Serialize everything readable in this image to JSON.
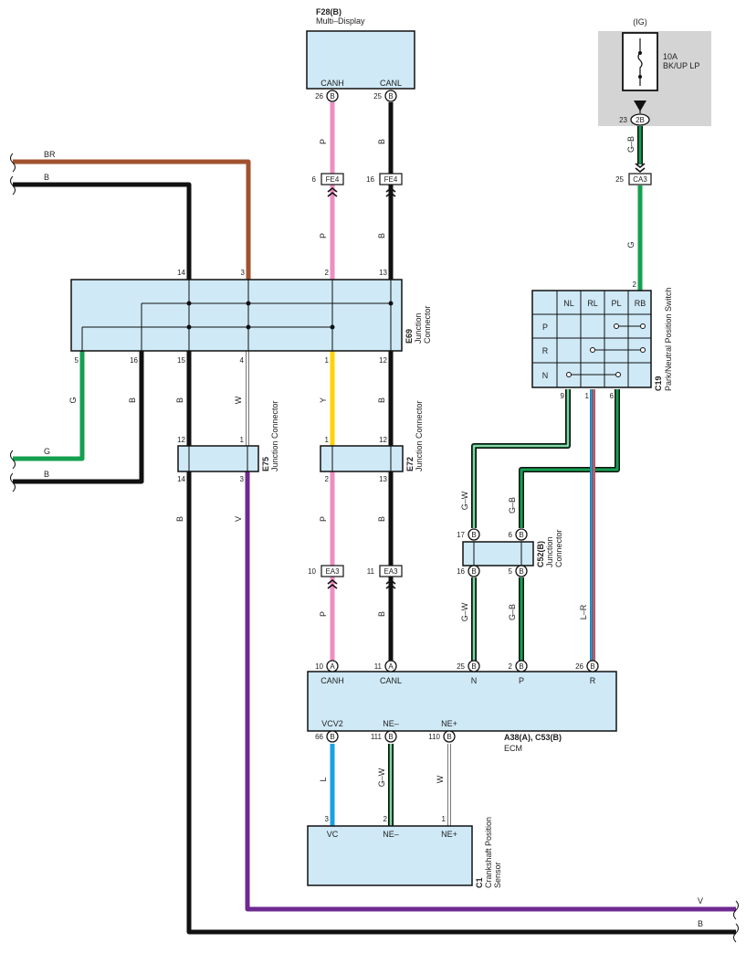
{
  "components": {
    "f28": {
      "id": "F28(B)",
      "name": "Multi–Display",
      "pins": [
        {
          "num": "26",
          "type": "B",
          "label": "CANH"
        },
        {
          "num": "25",
          "type": "B",
          "label": "CANL"
        }
      ]
    },
    "fuse": {
      "circuit": "(IG)",
      "rating": "10A",
      "name": "BK/UP LP",
      "pin_num": "23",
      "pin_type": "2B"
    },
    "e69": {
      "id": "E69",
      "name_l1": "Junction",
      "name_l2": "Connector",
      "top_pins": [
        "14",
        "3",
        "2",
        "13"
      ],
      "bottom_pins": [
        "5",
        "16",
        "15",
        "4",
        "1",
        "12"
      ]
    },
    "e75": {
      "id": "E75",
      "name": "Junction Connector",
      "top_pins": [
        "12",
        "1"
      ],
      "bottom_pins": [
        "14",
        "3"
      ]
    },
    "e72": {
      "id": "E72",
      "name": "Junction Connector",
      "top_pins": [
        "1",
        "12"
      ],
      "bottom_pins": [
        "2",
        "13"
      ]
    },
    "c19": {
      "id": "C19",
      "name": "Park/Neutral Position Switch",
      "columns": [
        "NL",
        "RL",
        "PL",
        "RB"
      ],
      "rows": [
        "P",
        "R",
        "N"
      ],
      "top_pin": "2",
      "bottom_pins": [
        "9",
        "1",
        "6"
      ]
    },
    "c52": {
      "id": "C52(B)",
      "name_l1": "Junction",
      "name_l2": "Connector",
      "top_pins": [
        {
          "num": "17",
          "type": "B"
        },
        {
          "num": "6",
          "type": "B"
        }
      ],
      "bottom_pins": [
        {
          "num": "16",
          "type": "B"
        },
        {
          "num": "5",
          "type": "B"
        }
      ]
    },
    "ecm": {
      "id": "A38(A), C53(B)",
      "name": "ECM",
      "top_pins": [
        {
          "num": "10",
          "type": "A",
          "label": "CANH"
        },
        {
          "num": "11",
          "type": "A",
          "label": "CANL"
        },
        {
          "num": "25",
          "type": "B",
          "label": "N"
        },
        {
          "num": "2",
          "type": "B",
          "label": "P"
        },
        {
          "num": "26",
          "type": "B",
          "label": "R"
        }
      ],
      "bottom_pins": [
        {
          "num": "66",
          "type": "B",
          "label": "VCV2"
        },
        {
          "num": "111",
          "type": "B",
          "label": "NE–"
        },
        {
          "num": "110",
          "type": "B",
          "label": "NE+"
        }
      ]
    },
    "c1": {
      "id": "C1",
      "name_l1": "Crankshaft Position",
      "name_l2": "Sensor",
      "pins": [
        {
          "num": "3",
          "label": "VC"
        },
        {
          "num": "2",
          "label": "NE–"
        },
        {
          "num": "1",
          "label": "NE+"
        }
      ]
    }
  },
  "inline_connectors": {
    "fe4_a": {
      "pin": "6",
      "name": "FE4"
    },
    "fe4_b": {
      "pin": "16",
      "name": "FE4"
    },
    "ca3": {
      "pin": "25",
      "name": "CA3"
    },
    "ea3_a": {
      "pin": "10",
      "name": "EA3"
    },
    "ea3_b": {
      "pin": "11",
      "name": "EA3"
    }
  },
  "wire_labels": {
    "br_top": "BR",
    "b_top": "B",
    "p_upper1": "P",
    "b_upper1": "B",
    "p_upper2": "P",
    "b_upper2": "B",
    "gb_fuse": "G–B",
    "g_ca3": "G",
    "g_left": "G",
    "b_left": "B",
    "b_15": "B",
    "w_4": "W",
    "y_1": "Y",
    "b_12": "B",
    "g_out": "G",
    "b_out": "B",
    "b_e75": "B",
    "v_e75": "V",
    "p_e72": "P",
    "b_e72": "B",
    "gw_c52": "G–W",
    "gb_c52": "G–B",
    "p_ea3": "P",
    "b_ea3": "B",
    "gw_ecm": "G–W",
    "gb_ecm": "G–B",
    "lr_ecm": "L–R",
    "l_c1": "L",
    "gw_c1": "G–W",
    "w_c1": "W",
    "v_bottom": "V",
    "b_bottom": "B"
  },
  "colors": {
    "box_fill": "#cfe9f6",
    "shade": "#d4d4d4",
    "black": "#111111",
    "brown": "#a0522d",
    "pink": "#ee8ec3",
    "green": "#14a050",
    "yellow": "#ffd400",
    "violet": "#6e2a90",
    "blue": "#1aa0e6",
    "lr_red": "#e25a6a"
  }
}
